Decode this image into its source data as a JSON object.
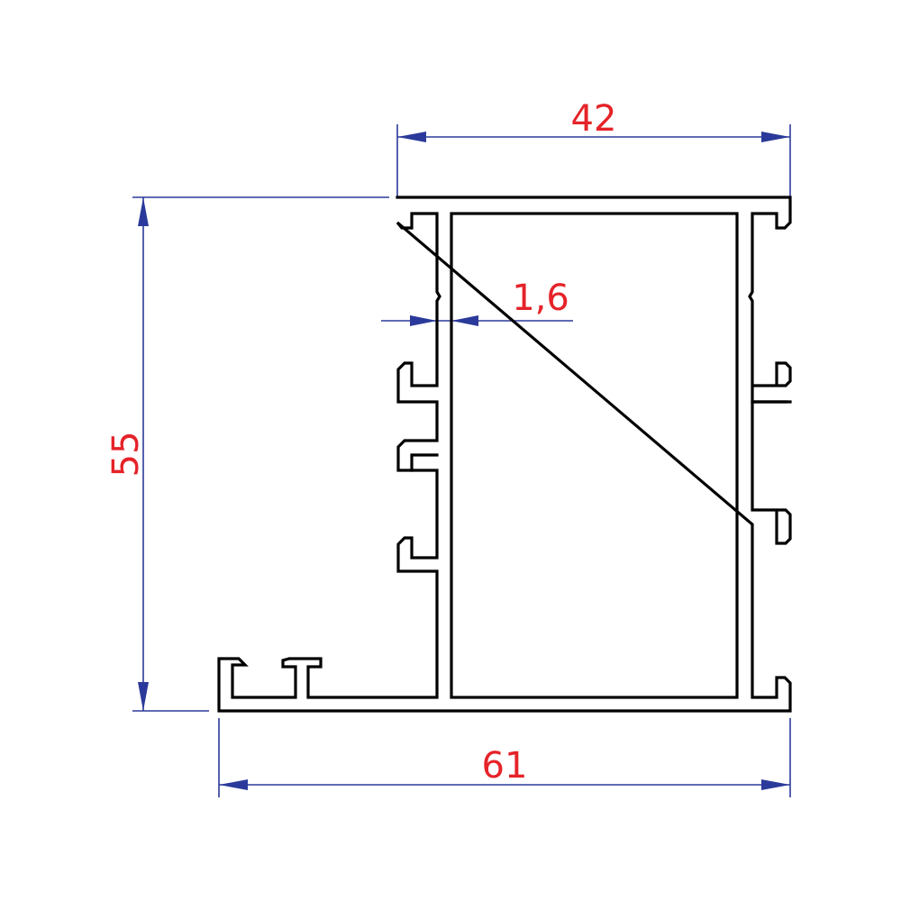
{
  "colors": {
    "dimension_line": "#2b3a9a",
    "dimension_text": "#e52329",
    "profile_outline": "#000000",
    "background": "#ffffff"
  },
  "dimensions": {
    "top_width": "42",
    "total_height": "55",
    "wall_thickness": "1,6",
    "bottom_width": "61"
  }
}
